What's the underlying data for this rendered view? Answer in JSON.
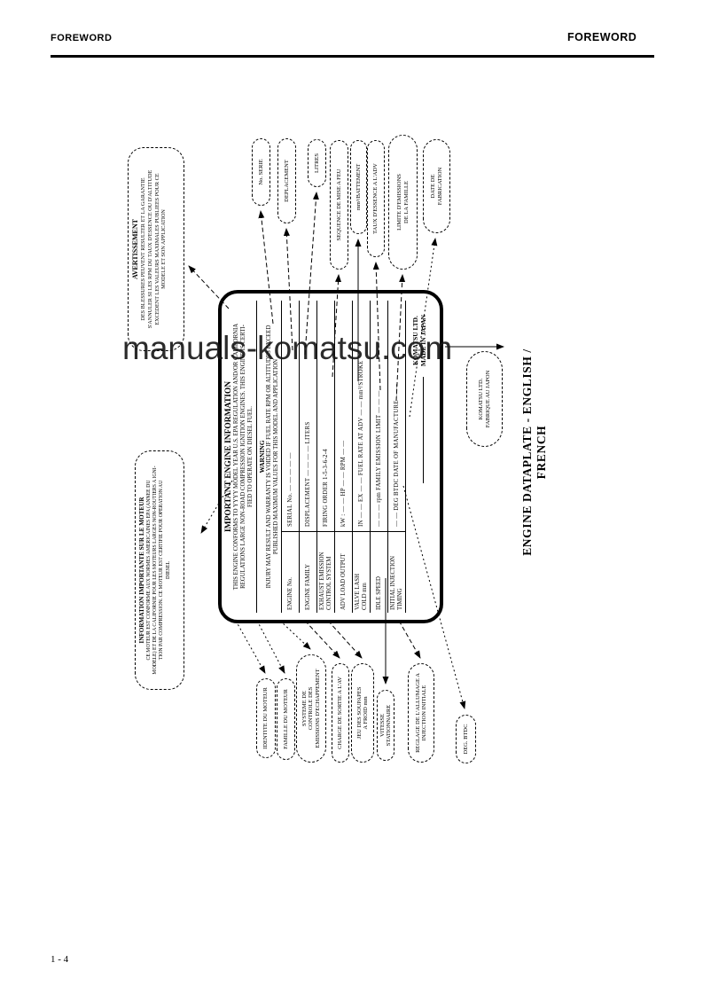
{
  "page": {
    "header_left": "FOREWORD",
    "header_right": "FOREWORD",
    "watermark": "manuals-komatsu.com",
    "caption": "ENGINE DATAPLATE - ENGLISH / FRENCH",
    "page_number": "1 - 4"
  },
  "dataplate": {
    "title": "IMPORTANT ENGINE INFORMATION",
    "intro": "THIS ENGINE CONFORMS TO YYYY MODEL YEAR U.S. EPA REGULATION AND/OR CALIFORNIA\nREGULATIONS LARGE NON-ROAD COMPRESSION IGNITION ENGINES. THIS ENGINE IS CERTI-\nFIED TO OPERATE ON DIESEL FUEL.",
    "warning_title": "WARNING",
    "warning_text": "INJURY MAY RESULT AND WARRANTY IS VOIDED IF FUEL RATE RPM OR ALTITUDES EXCEED\nPUBLISHED MAXIMUM VALUES FOR THIS MODEL AND APPLICATION",
    "rows": [
      {
        "label": "ENGINE No.",
        "value": "SERIAL No.  — — — — —"
      },
      {
        "label": "ENGINE FAMILY",
        "value": "DISPLACEMENT  — — — —  LITERS"
      },
      {
        "label": "EXHAUST EMISSION\nCONTROL SYSTEM",
        "value": "FIRING ORDER   1-5-3-6-2-4"
      },
      {
        "label": "ADV LOAD OUTPUT",
        "value": "kW :  — —   HP  — —   RPM  — —"
      },
      {
        "label": "VALVE LASH\nCOLD mm",
        "value": "IN — —  EX — —   FUEL RATE AT ADV — — mm³/STROKE"
      },
      {
        "label": "IDLE SPEED",
        "value": "— — —  rpm    FAMILY EMISSION LIMIT  — — —"
      },
      {
        "label": "INITIAL INJECTION\nTIMING",
        "value": "— —  DEG BTDC    DATE OF MANUFACTURE  — —"
      }
    ],
    "maker": "KOMATSU LTD.\nMADE IN JAPAN"
  },
  "callouts": {
    "avertissement": {
      "title": "AVERTISSEMENT",
      "body": "DES BLESSURES PEUVENT RESULTER ET LA GARANTIE\nS'ANNULER SI LES RPM DU TAUX D'ESSENCE OU D'ALTITUDE\nEXCEDENT LES VALEURS MAXIMALES PUBLIEES POUR CE\nMODELE ET SON APPLICATION"
    },
    "information": {
      "title": "INFORMATION IMPORTANTE SUR LE MOTEUR",
      "body": "CE MOTEUR EST CONFORME AUX NORMES AMERICAINES EPA (ANNEE DU\nMODELE) ET DE LA CALIFORNIE POUR LES MOTEURS LARGES NON-ROUTIERS A IGNI-\nTION PAR COMPRESSION. CE MOTEUR EST CERTIFIE POUR OPERATION AU\nDIESEL"
    },
    "top": [
      {
        "label": "No. SERIE"
      },
      {
        "label": "DEPLACEMENT"
      },
      {
        "label": "LITRES"
      },
      {
        "label": "SEQUENCE DE MISE A FEU"
      },
      {
        "label": "mm³/BATTEMENT"
      },
      {
        "label": "TAUX D'ESSENCE A L'ADV"
      },
      {
        "label": "LIMITE D'EMISSIONS\nDE LA FAMILLE"
      },
      {
        "label": "DATE DE\nFABRICATION"
      }
    ],
    "bottom": [
      {
        "label": "IDENTITE DU MOTEUR"
      },
      {
        "label": "FAMILLE DU MOTEUR"
      },
      {
        "label": "SYSTEME DE\nCONTROLE DES\nEMISSIONS D'ECHAPPEMENT"
      },
      {
        "label": "CHARGE DE SORTIE A L'AV"
      },
      {
        "label": "JEU DES SOUPAPES\nA FROID  mm"
      },
      {
        "label": "VITESSE STATIONNAIRE"
      },
      {
        "label": "REGLAGE DE L'ALLUMAGE A\nINJECTION INITIALE"
      },
      {
        "label": "DEG. BTDC"
      }
    ],
    "maker_fr": {
      "label": "KOMATSU LTD.\nFABRIQUE AU JAPON"
    }
  }
}
